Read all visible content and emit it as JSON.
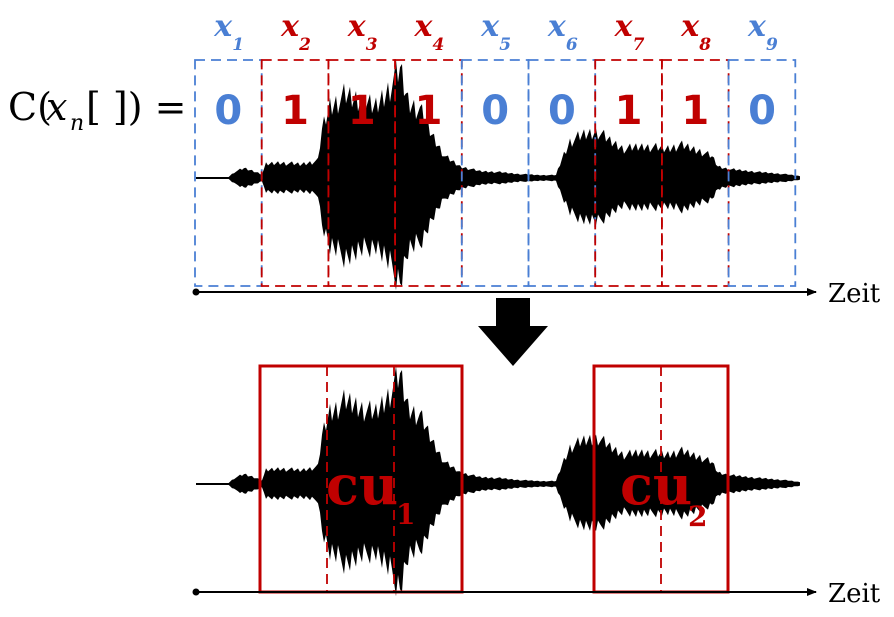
{
  "formula": {
    "prefix": "C(",
    "var": "x",
    "sub": "n",
    "suffix": "[ ]) ="
  },
  "colors": {
    "blue": "#4a7fd4",
    "red": "#c00000",
    "black": "#000000"
  },
  "segments": [
    {
      "label": "x",
      "index": "1",
      "class": "0",
      "color": "blue"
    },
    {
      "label": "x",
      "index": "2",
      "class": "1",
      "color": "red"
    },
    {
      "label": "x",
      "index": "3",
      "class": "1",
      "color": "red"
    },
    {
      "label": "x",
      "index": "4",
      "class": "1",
      "color": "red"
    },
    {
      "label": "x",
      "index": "5",
      "class": "0",
      "color": "blue"
    },
    {
      "label": "x",
      "index": "6",
      "class": "0",
      "color": "blue"
    },
    {
      "label": "x",
      "index": "7",
      "class": "1",
      "color": "red"
    },
    {
      "label": "x",
      "index": "8",
      "class": "1",
      "color": "red"
    },
    {
      "label": "x",
      "index": "9",
      "class": "0",
      "color": "blue"
    }
  ],
  "top_axis_label": "Zeit",
  "bottom_axis_label": "Zeit",
  "units": [
    {
      "text": "cu",
      "sub": "1"
    },
    {
      "text": "cu",
      "sub": "2"
    }
  ]
}
